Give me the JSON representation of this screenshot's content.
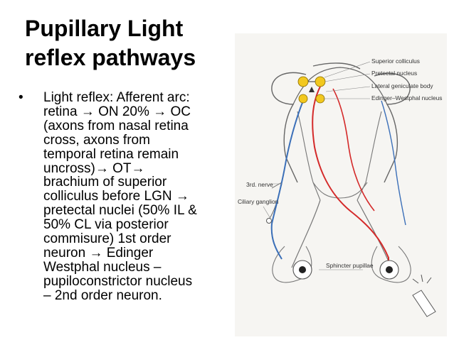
{
  "slide": {
    "title_lines": [
      "Pupillary Light",
      "reflex pathways"
    ],
    "bullet_symbol": "•",
    "bullet_lines": [
      "Light reflex: Afferent arc:",
      "retina → ON 20% → OC",
      "(axons from nasal retina",
      "cross, axons from",
      "temporal retina remain",
      "uncross)→ OT→",
      "brachium of superior",
      "colliculus before LGN →",
      "pretectal nuclei (50% IL &",
      "50% CL via posterior",
      "commisure) 1st order",
      "neuron → Edinger",
      "Westphal nucleus –",
      "pupiloconstrictor nucleus",
      "– 2nd order neuron."
    ]
  },
  "diagram": {
    "labels": {
      "superior_colliculus": "Superior colliculus",
      "pretectal_nucleus": "Pretectal nucleus",
      "lateral_geniculate_body": "Lateral geniculate body",
      "edinger_westphal_nucleus": "Edinger–Westphal nucleus",
      "third_nerve": "3rd. nerve",
      "ciliary_ganglion": "Ciliary ganglion",
      "sphincter_pupillae": "Sphincter pupillae"
    },
    "colors": {
      "afferent_path": "#d42a2a",
      "efferent_path": "#3b6fb8",
      "nucleus_fill": "#f2c81e",
      "outline": "#555555"
    }
  }
}
